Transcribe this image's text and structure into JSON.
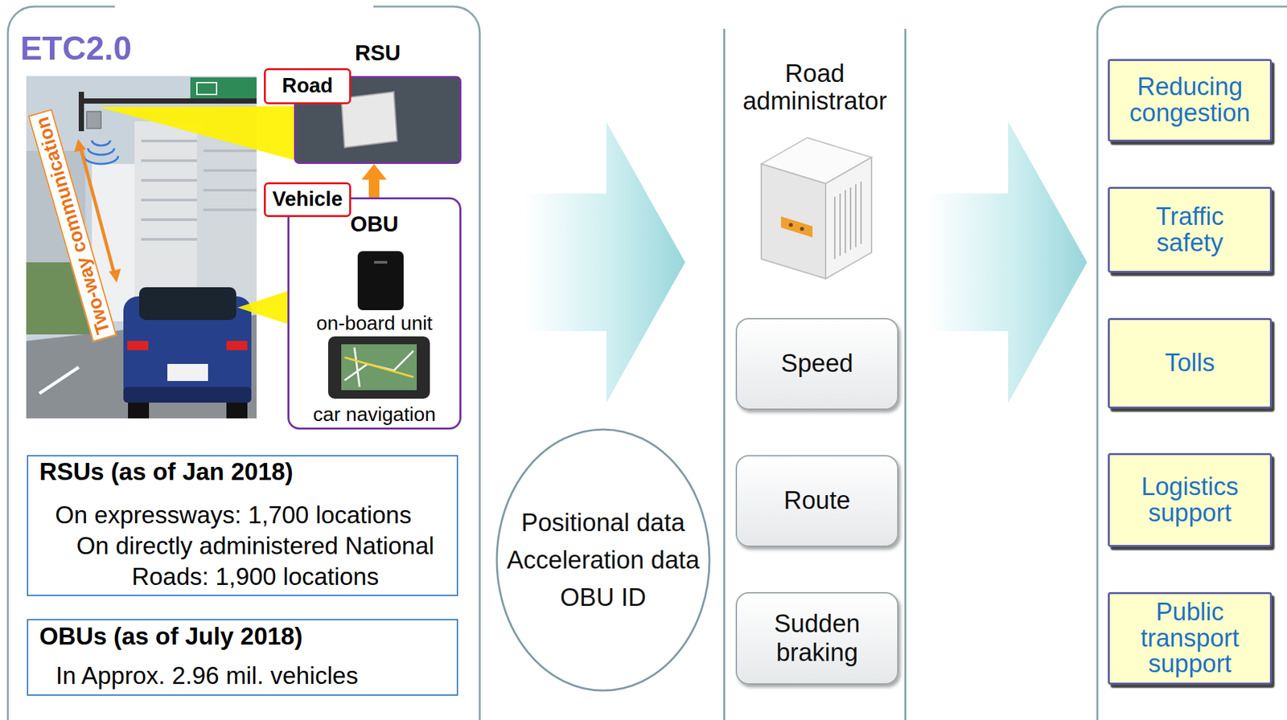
{
  "diagram": {
    "nodes": [
      {
        "text": [
          "ETC2.0"
        ]
      },
      {
        "text": [
          "RSU"
        ],
        "in": 0
      },
      {
        "text": [
          "Road"
        ],
        "in": 1
      },
      {
        "text": [
          "OBU",
          "on-board unit",
          "car navigation"
        ],
        "in": 0
      },
      {
        "text": [
          "Vehicle"
        ],
        "in": 3
      },
      {
        "text": [
          "RSUs (as of Jan 2018)",
          "On expressways: 1,700 locations",
          "On directly administered National Roads: 1,900 locations"
        ],
        "in": 0
      },
      {
        "text": [
          "OBUs (as of July 2018)",
          "In Approx. 2.96 mil. vehicles"
        ],
        "in": 0
      },
      {
        "text": [
          "Positional data",
          "Acceleration data",
          "OBU ID"
        ]
      },
      {
        "text": [
          "Road administrator"
        ]
      },
      {
        "text": [
          "Speed"
        ],
        "in": 8
      },
      {
        "text": [
          "Route"
        ],
        "in": 8
      },
      {
        "text": [
          "Sudden braking"
        ],
        "in": 8
      },
      {
        "text": [
          "Reducing congestion"
        ]
      },
      {
        "text": [
          "Traffic safety"
        ]
      },
      {
        "text": [
          "Tolls"
        ]
      },
      {
        "text": [
          "Logistics support"
        ]
      },
      {
        "text": [
          "Public transport support"
        ]
      }
    ],
    "edges": [
      {
        "from": 3,
        "to": 1,
        "arrow": "to"
      },
      {
        "from": 0,
        "to": 8,
        "arrow": "to"
      },
      {
        "from": 8,
        "to": 12,
        "arrow": "to"
      },
      {
        "from": 8,
        "to": 13,
        "arrow": "to"
      },
      {
        "from": 8,
        "to": 14,
        "arrow": "to"
      },
      {
        "from": 8,
        "to": 15,
        "arrow": "to"
      },
      {
        "from": 8,
        "to": 16,
        "arrow": "to"
      }
    ],
    "labels": [
      "Two-way communication"
    ]
  }
}
